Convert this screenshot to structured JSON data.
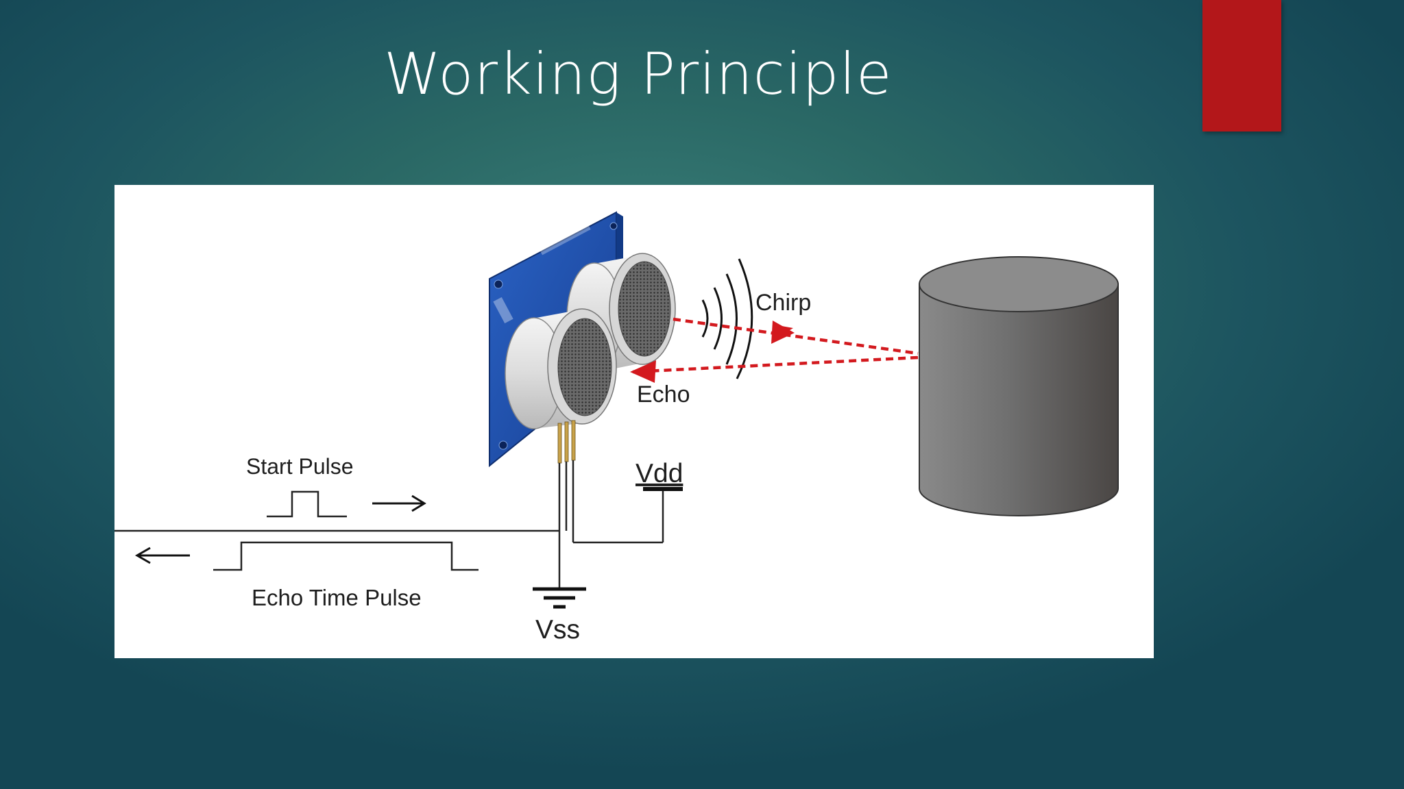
{
  "slide": {
    "title": "Working Principle",
    "colors": {
      "title_text": "#ffffff",
      "accent_bar": "#b3171a",
      "figure_background": "#ffffff",
      "signal_path": "#d3191e",
      "sensor_board": "#1d4ea8",
      "target_object": "#6e6e6e"
    }
  },
  "diagram": {
    "labels": {
      "chirp": "Chirp",
      "echo": "Echo",
      "start_pulse": "Start Pulse",
      "echo_time_pulse": "Echo Time Pulse",
      "vdd": "Vdd",
      "vss": "Vss"
    },
    "icons": [
      "ultrasonic-sensor-icon",
      "target-cylinder-icon",
      "ground-symbol-icon",
      "arrow-right-icon",
      "arrow-left-icon"
    ]
  }
}
